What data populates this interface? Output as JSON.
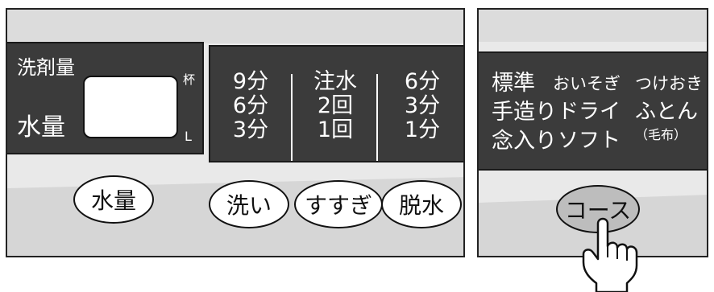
{
  "left_panel": {
    "detergent_label": "洗剤量",
    "water_label": "水量",
    "cup_label": "杯",
    "l_label": "L",
    "time_columns": [
      {
        "name": "wash",
        "rows": [
          "9分",
          "6分",
          "3分"
        ]
      },
      {
        "name": "rinse",
        "rows": [
          "注水",
          "2回",
          "1回"
        ]
      },
      {
        "name": "spin",
        "rows": [
          "6分",
          "3分",
          "1分"
        ]
      }
    ],
    "buttons": {
      "water": "水量",
      "wash": "洗い",
      "rinse": "すすぎ",
      "spin": "脱水"
    }
  },
  "right_panel": {
    "courses": [
      {
        "main": "標準",
        "rows": [
          "おいそぎ",
          "つけおき"
        ]
      },
      {
        "main": "手造り",
        "rows": [
          "ドライ",
          "ふとん"
        ]
      },
      {
        "main": "念入り",
        "rows": [
          "ソフト",
          "（毛布）"
        ]
      }
    ],
    "course_button": "コース",
    "pointer_icon": "pointing-hand-icon",
    "course_button_color": "#bdbdbd"
  }
}
